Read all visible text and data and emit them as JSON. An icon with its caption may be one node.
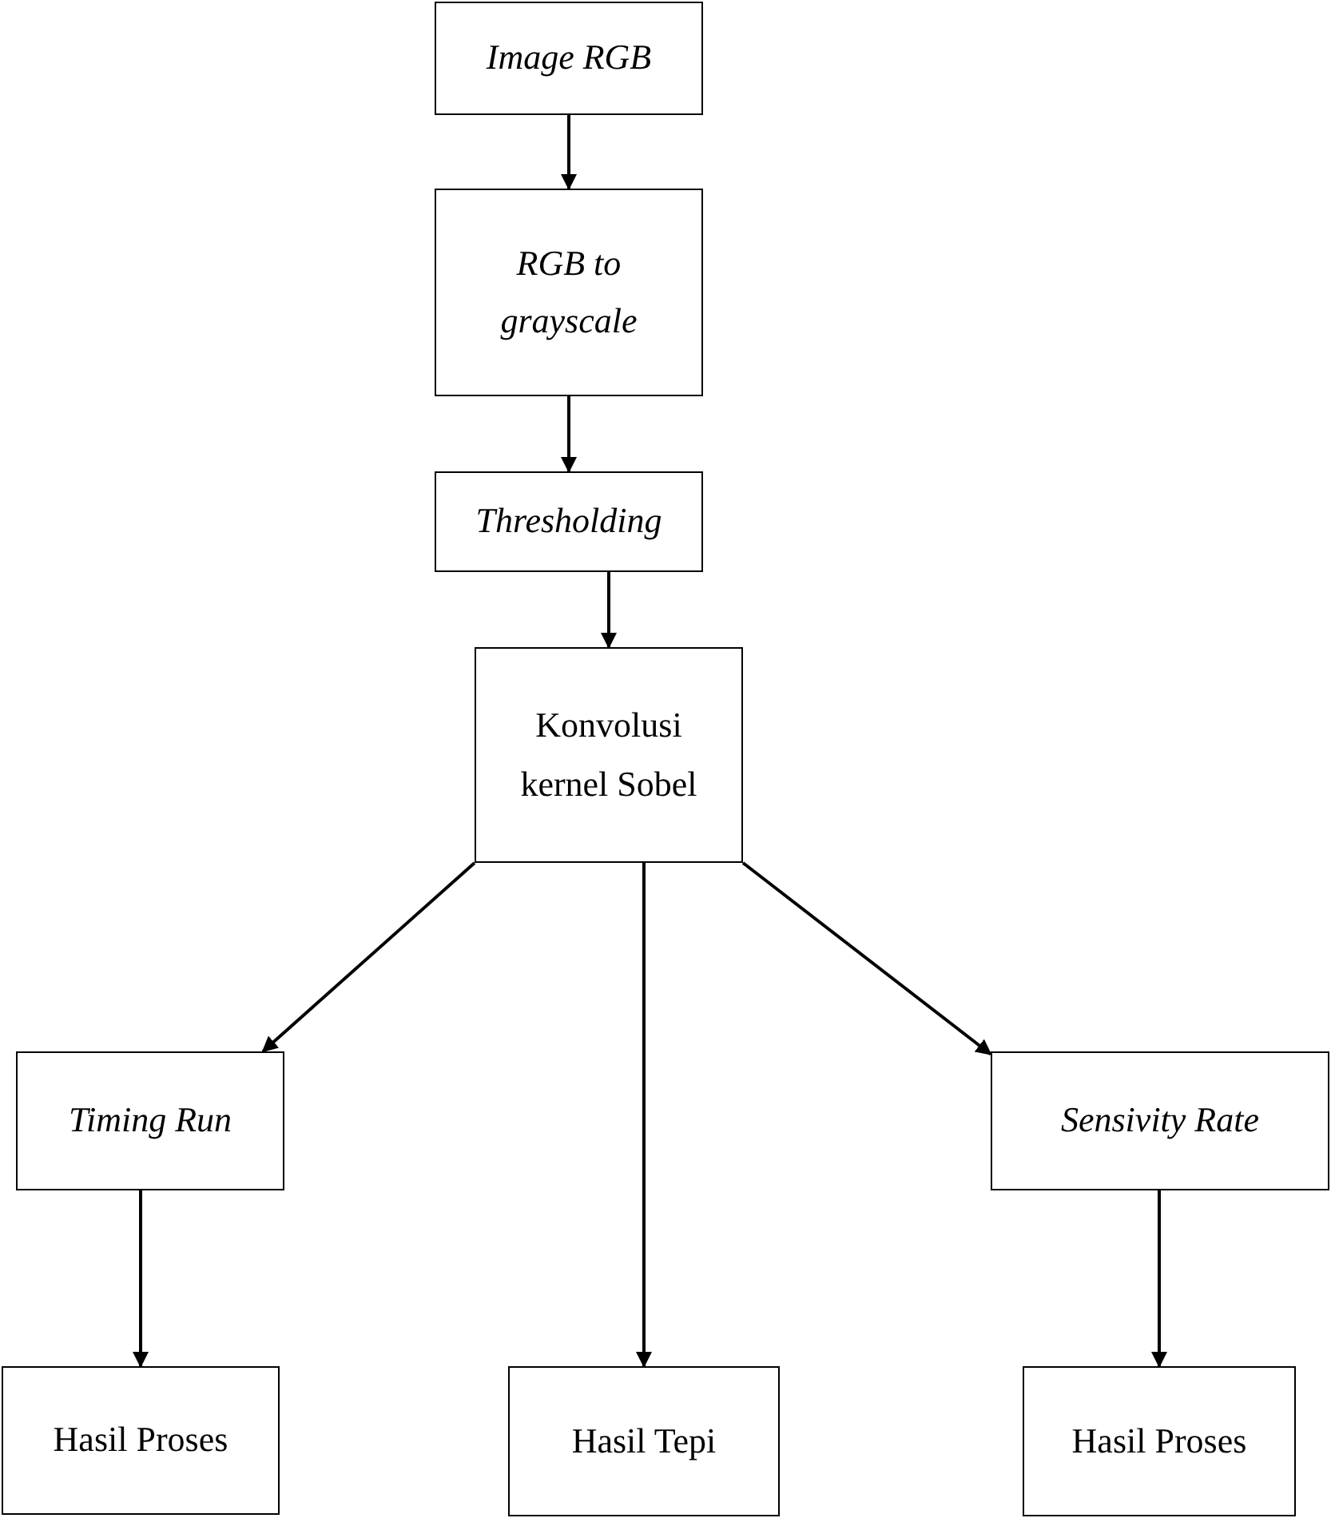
{
  "diagram": {
    "nodes": [
      {
        "text": [
          "Image RGB"
        ]
      },
      {
        "text": [
          "RGB to grayscale"
        ]
      },
      {
        "text": [
          "Thresholding"
        ]
      },
      {
        "text": [
          "Konvolusi kernel Sobel"
        ]
      },
      {
        "text": [
          "Timing Run"
        ]
      },
      {
        "text": [
          "Sensivity Rate"
        ]
      },
      {
        "text": [
          "Hasil Proses"
        ]
      },
      {
        "text": [
          "Hasil Tepi"
        ]
      },
      {
        "text": [
          "Hasil Proses"
        ]
      }
    ],
    "edges": [
      {
        "from": 0,
        "to": 1,
        "arrow": "to"
      },
      {
        "from": 1,
        "to": 2,
        "arrow": "to"
      },
      {
        "from": 2,
        "to": 3,
        "arrow": "to"
      },
      {
        "from": 3,
        "to": 4,
        "arrow": "to"
      },
      {
        "from": 3,
        "to": 7,
        "arrow": "to"
      },
      {
        "from": 3,
        "to": 5,
        "arrow": "to"
      },
      {
        "from": 4,
        "to": 6,
        "arrow": "to"
      },
      {
        "from": 5,
        "to": 8,
        "arrow": "to"
      }
    ]
  }
}
